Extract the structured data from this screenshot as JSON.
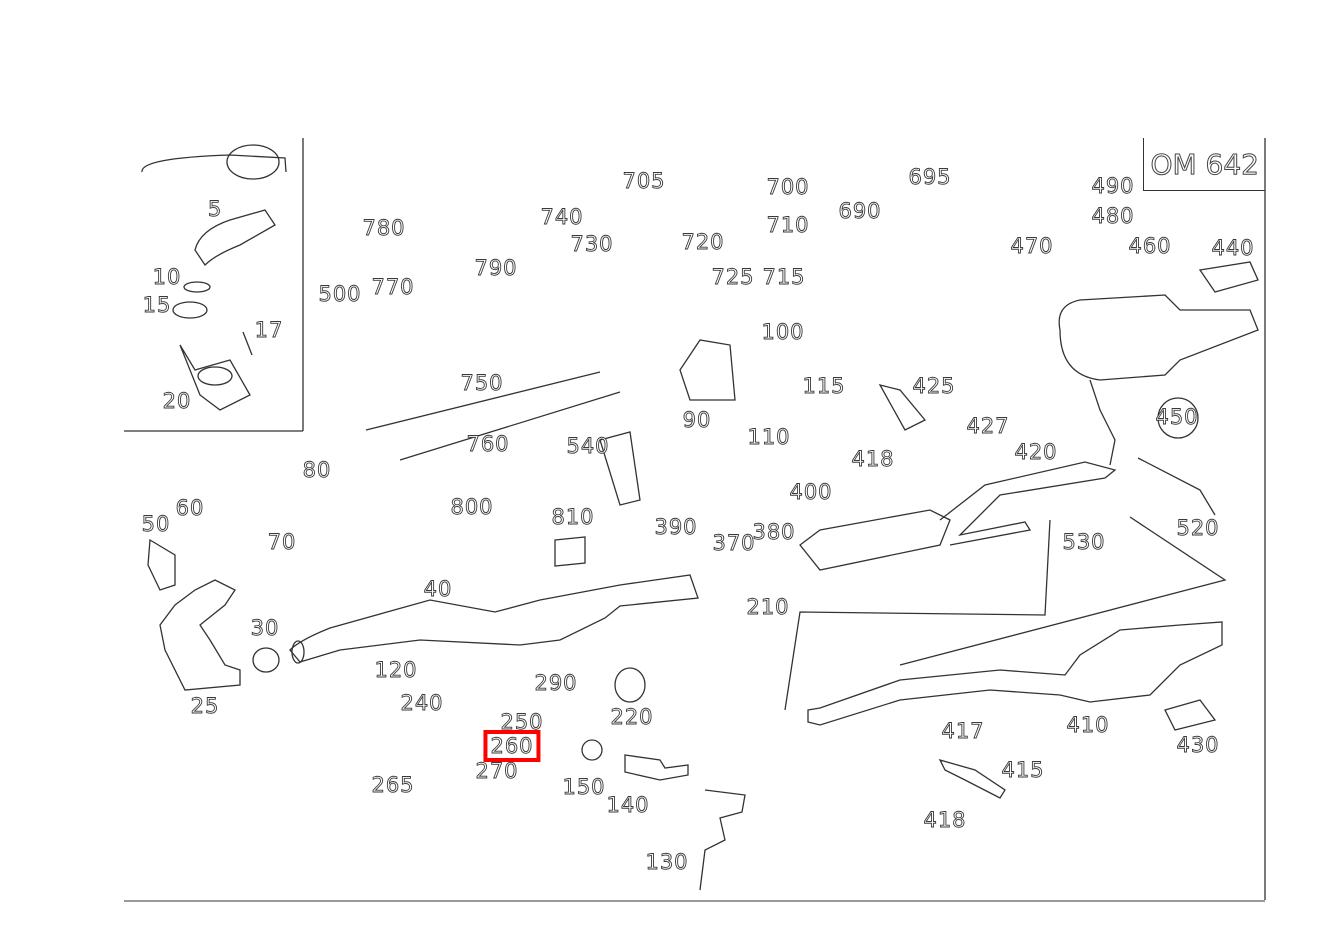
{
  "diagram": {
    "engine_code": "OM 642",
    "highlighted_part": "260",
    "highlight_color": "#ff0000",
    "labels": [
      "5",
      "10",
      "15",
      "17",
      "20",
      "500",
      "780",
      "770",
      "790",
      "740",
      "705",
      "730",
      "720",
      "700",
      "710",
      "725",
      "715",
      "690",
      "695",
      "490",
      "480",
      "470",
      "460",
      "440",
      "750",
      "760",
      "540",
      "100",
      "115",
      "90",
      "110",
      "425",
      "427",
      "418",
      "420",
      "450",
      "80",
      "50",
      "60",
      "70",
      "800",
      "810",
      "390",
      "370",
      "380",
      "400",
      "530",
      "520",
      "40",
      "30",
      "210",
      "25",
      "120",
      "290",
      "240",
      "250",
      "260",
      "270",
      "265",
      "220",
      "150",
      "140",
      "130",
      "410",
      "430",
      "417",
      "415",
      "418"
    ]
  }
}
